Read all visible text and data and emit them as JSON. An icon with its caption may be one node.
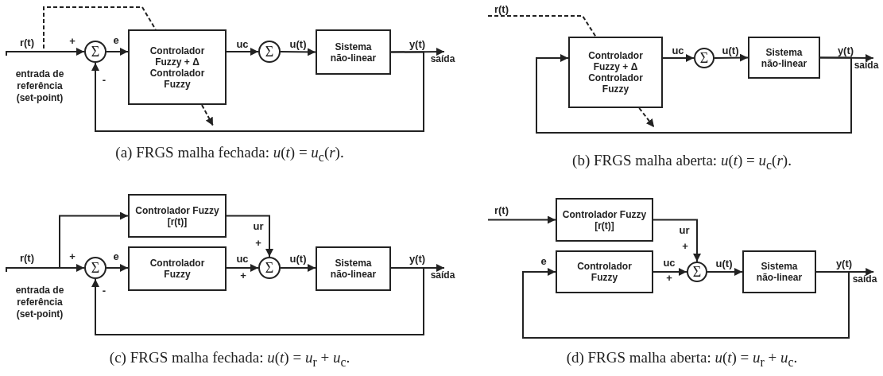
{
  "diagram": {
    "nodes": [
      {
        "text": [
          "Σ"
        ]
      },
      {
        "text": [
          "Controlador Fuzzy + Δ Controlador Fuzzy"
        ]
      },
      {
        "text": [
          "Σ"
        ]
      },
      {
        "text": [
          "Sistema não-linear"
        ]
      },
      {
        "text": [
          "Controlador Fuzzy + Δ Controlador Fuzzy"
        ]
      },
      {
        "text": [
          "Σ"
        ]
      },
      {
        "text": [
          "Sistema não-linear"
        ]
      },
      {
        "text": [
          "Controlador Fuzzy [r(t)]"
        ]
      },
      {
        "text": [
          "Σ"
        ]
      },
      {
        "text": [
          "Controlador Fuzzy"
        ]
      },
      {
        "text": [
          "Σ"
        ]
      },
      {
        "text": [
          "Sistema não-linear"
        ]
      },
      {
        "text": [
          "Controlador Fuzzy [r(t)]"
        ]
      },
      {
        "text": [
          "Controlador Fuzzy"
        ]
      },
      {
        "text": [
          "Σ"
        ]
      },
      {
        "text": [
          "Sistema não-linear"
        ]
      },
      {
        "text": [
          "entrada de referência (set-point)"
        ]
      },
      {
        "text": [
          "saída"
        ]
      },
      {
        "text": [
          "saída"
        ]
      },
      {
        "text": [
          "entrada de referência (set-point)"
        ]
      },
      {
        "text": [
          "saída"
        ]
      },
      {
        "text": [
          "saída"
        ]
      }
    ],
    "edges": [
      {
        "from": 16,
        "to": 0,
        "arrow": "to",
        "label": "r(t)"
      },
      {
        "from": 16,
        "to": 1,
        "arrow": "none",
        "style": "dashed"
      },
      {
        "from": 1,
        "to": null,
        "arrow": "to",
        "style": "dashed"
      },
      {
        "from": 0,
        "to": 1,
        "arrow": "to",
        "label": "e"
      },
      {
        "from": 1,
        "to": 2,
        "arrow": "to",
        "label": "uc"
      },
      {
        "from": 2,
        "to": 3,
        "arrow": "to",
        "label": "u(t)"
      },
      {
        "from": 3,
        "to": 17,
        "arrow": "to",
        "label": "y(t)"
      },
      {
        "from": 3,
        "to": 0,
        "arrow": "to"
      },
      {
        "from": null,
        "to": 4,
        "arrow": "none",
        "style": "dashed",
        "label": "r(t)"
      },
      {
        "from": 4,
        "to": null,
        "arrow": "to",
        "style": "dashed"
      },
      {
        "from": 4,
        "to": 5,
        "arrow": "to",
        "label": "uc"
      },
      {
        "from": 5,
        "to": 6,
        "arrow": "to",
        "label": "u(t)"
      },
      {
        "from": 6,
        "to": 18,
        "arrow": "to",
        "label": "y(t)"
      },
      {
        "from": 6,
        "to": 4,
        "arrow": "to"
      },
      {
        "from": 19,
        "to": 8,
        "arrow": "to",
        "label": "r(t)"
      },
      {
        "from": 19,
        "to": 7,
        "arrow": "to"
      },
      {
        "from": 8,
        "to": 9,
        "arrow": "to",
        "label": "e"
      },
      {
        "from": 9,
        "to": 10,
        "arrow": "to",
        "label": "uc"
      },
      {
        "from": 7,
        "to": 10,
        "arrow": "to",
        "label": "ur"
      },
      {
        "from": 10,
        "to": 11,
        "arrow": "to",
        "label": "u(t)"
      },
      {
        "from": 11,
        "to": 20,
        "arrow": "to",
        "label": "y(t)"
      },
      {
        "from": 11,
        "to": 8,
        "arrow": "to"
      },
      {
        "from": null,
        "to": 12,
        "arrow": "to",
        "label": "r(t)"
      },
      {
        "from": 13,
        "to": 14,
        "arrow": "to",
        "label": "uc"
      },
      {
        "from": 12,
        "to": 14,
        "arrow": "to",
        "label": "ur"
      },
      {
        "from": 14,
        "to": 15,
        "arrow": "to",
        "label": "u(t)"
      },
      {
        "from": 15,
        "to": 21,
        "arrow": "to",
        "label": "y(t)"
      },
      {
        "from": 15,
        "to": 13,
        "arrow": "to",
        "label": "e"
      }
    ],
    "labels": [
      "+",
      "-",
      "(a) FRGS malha fechada: *u*(*t*) = *u*$_{c}$(*r*).",
      "(b) FRGS malha aberta: *u*(*t*) = *u*$_{c}$(*r*).",
      "+",
      "-",
      "+",
      "+",
      "(c) FRGS malha fechada: *u*(*t*) = *u*$_{r}$ + *u*$_{c}$.",
      "+",
      "+",
      "(d) FRGS malha aberta: *u*(*t*) = *u*$_{r}$ + *u*$_{c}$."
    ]
  }
}
